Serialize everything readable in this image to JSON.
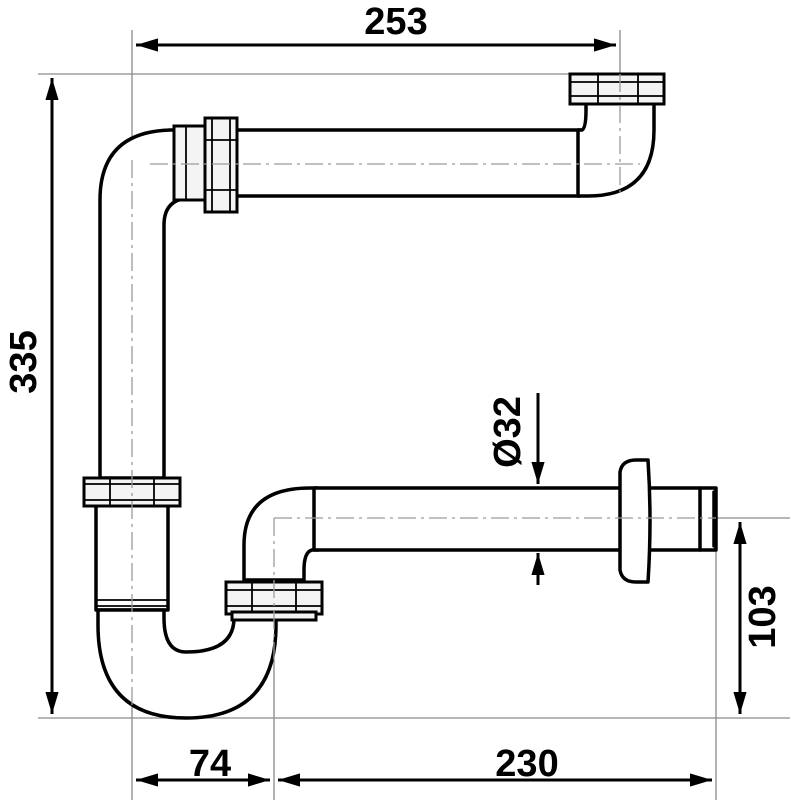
{
  "dimensions": {
    "width_top": "253",
    "height_total": "335",
    "diameter": "Ø32",
    "height_outlet": "103",
    "offset_left": "74",
    "length_bottom": "230"
  },
  "colors": {
    "line": "#000000",
    "extension": "#8a8a8a",
    "background": "#ffffff"
  }
}
